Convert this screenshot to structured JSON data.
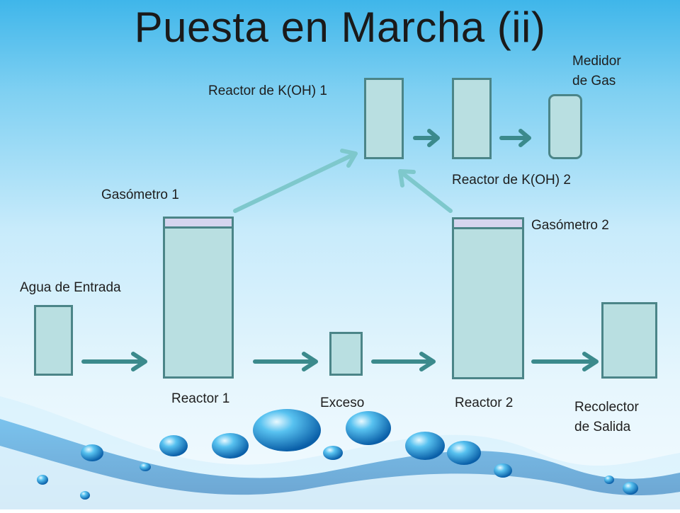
{
  "title": "Puesta en Marcha (ii)",
  "labels": {
    "agua_entrada": "Agua de Entrada",
    "gasometro_1": "Gasómetro 1",
    "gasometro_2": "Gasómetro 2",
    "reactor_1": "Reactor 1",
    "reactor_2": "Reactor 2",
    "exceso": "Exceso",
    "recolector": "Recolector\nde Salida",
    "reactor_koh_1": "Reactor de K(OH) 1",
    "reactor_koh_2": "Reactor de K(OH) 2",
    "medidor_gas": "Medidor\nde Gas"
  },
  "colors": {
    "box_fill": "#b9dfe1",
    "box_border": "#4b8588",
    "gas_cap": "#d6d5ef",
    "flow_arrow": "#3b8a8c",
    "gas_arrow": "#7ec8cc"
  }
}
